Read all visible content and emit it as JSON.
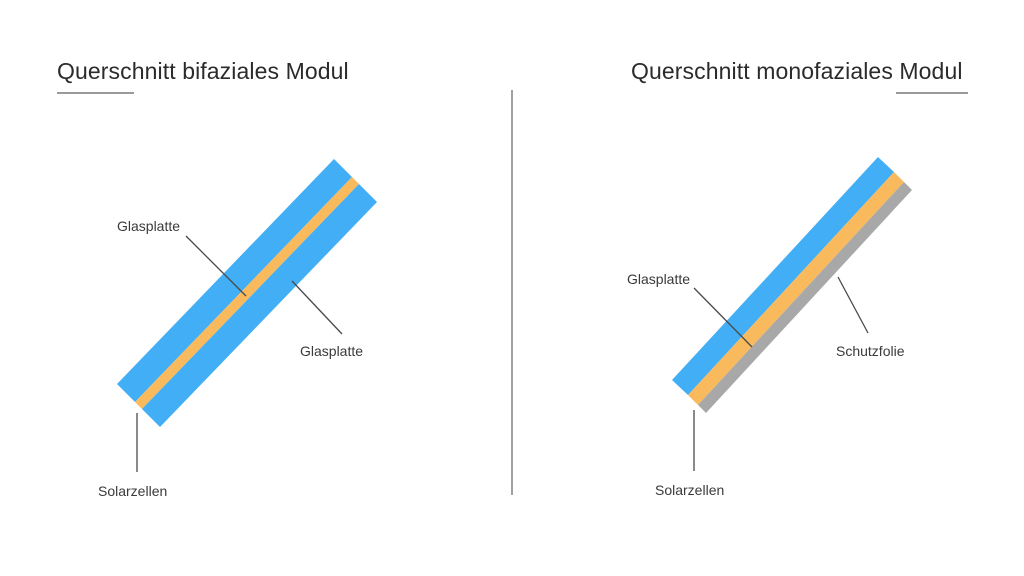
{
  "panels": [
    {
      "id": "bifacial",
      "title": "Querschnitt bifaziales Modul",
      "labels": {
        "glass_top": "Glasplatte",
        "glass_bottom": "Glasplatte",
        "cells": "Solarzellen"
      },
      "layers": [
        {
          "name": "Glasplatte",
          "color": "#42aef5"
        },
        {
          "name": "Solarzellen",
          "color": "#f8ba5d"
        },
        {
          "name": "Glasplatte",
          "color": "#42aef5"
        }
      ]
    },
    {
      "id": "monofacial",
      "title": "Querschnitt monofaziales Modul",
      "labels": {
        "glass": "Glasplatte",
        "foil": "Schutzfolie",
        "cells": "Solarzellen"
      },
      "layers": [
        {
          "name": "Glasplatte",
          "color": "#42aef5"
        },
        {
          "name": "Solarzellen",
          "color": "#f8ba5d"
        },
        {
          "name": "Schutzfolie",
          "color": "#a8a8a8"
        }
      ]
    }
  ],
  "colors": {
    "glass": "#42aef5",
    "cells": "#f8ba5d",
    "foil": "#a8a8a8",
    "leader": "#4a4a4a",
    "rule": "#9a9a9a",
    "divider": "#a0a0a0",
    "title_text": "#2b2b2b",
    "label_text": "#3a3a3a",
    "background": "#ffffff"
  }
}
